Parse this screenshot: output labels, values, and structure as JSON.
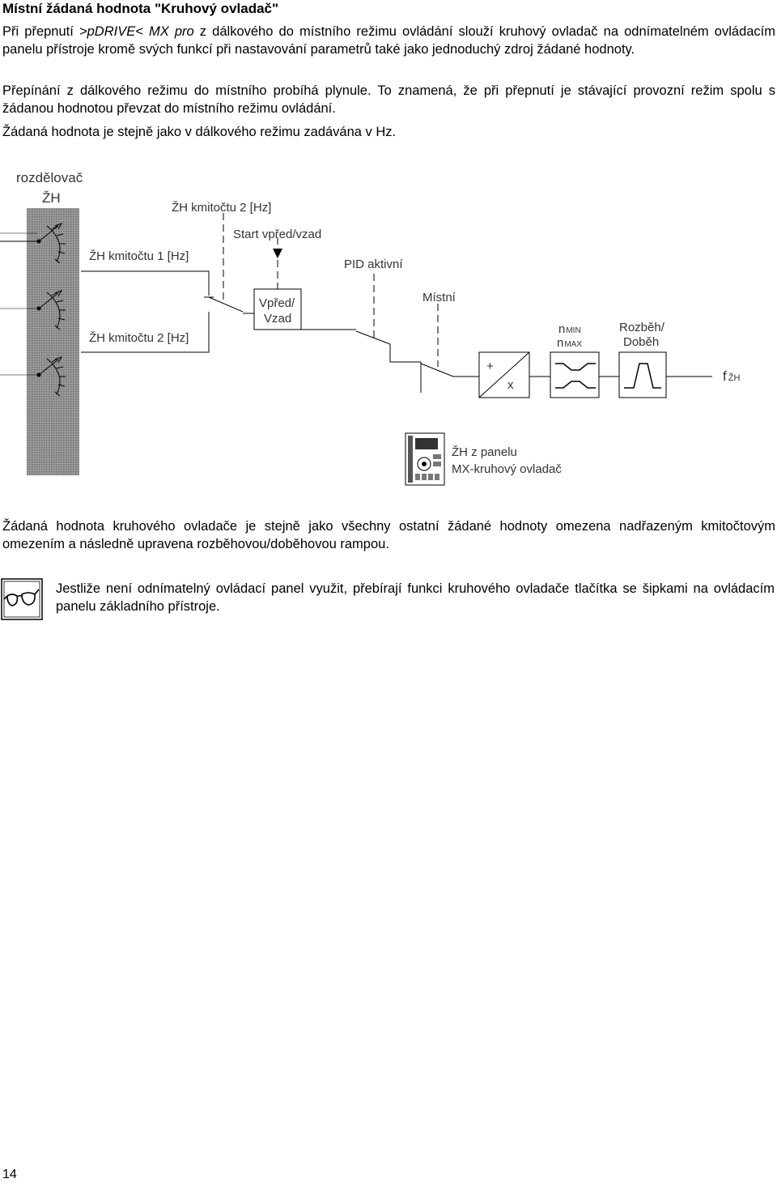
{
  "heading": "Místní žádaná hodnota \"Kruhový ovladač\"",
  "paragraphs": {
    "p1_a": "Při přepnutí ",
    "p1_em": ">pDRIVE< MX pro",
    "p1_b": " z dálkového do místního režimu ovládání slouží kruhový ovladač na odnímatelném ovládacím panelu přístroje kromě svých funkcí při nastavování parametrů také jako jednoduchý zdroj žádané hodnoty.",
    "p2": "Přepínání z dálkového režimu do místního probíhá plynule. To znamená, že při přepnutí je stávající provozní režim spolu s žádanou hodnotou převzat do místního režimu ovládání.",
    "p3": "Žádaná hodnota je stejně jako v dálkového režimu zadávána v Hz.",
    "p4": "Žádaná hodnota kruhového ovladače je stejně jako všechny ostatní žádané hodnoty omezena nadřazeným kmitočtovým omezením a následně upravena rozběhovou/doběhovou rampou."
  },
  "diagram": {
    "distributor_line1": "rozdělovač",
    "distributor_line2": "ŽH",
    "zh_freq2_top": "ŽH kmitočtu 2 [Hz]",
    "start_fwd_rev": "Start vpřed/vzad",
    "zh_freq1": "ŽH kmitočtu 1 [Hz]",
    "pid_active": "PID aktivní",
    "zh_freq2": "ŽH kmitočtu 2 [Hz]",
    "fwd_line1": "Vpřed/",
    "fwd_line2": "Vzad",
    "local": "Místní",
    "plus": "+",
    "times": "x",
    "n": "n",
    "n_min_sub": "MIN",
    "n_max_sub": "MAX",
    "ramp_line1": "Rozběh/",
    "ramp_line2": "Doběh",
    "f_out": "f",
    "f_out_sub": "ŽH",
    "panel_line1": "ŽH z panelu",
    "panel_line2": "MX-kruhový ovladač"
  },
  "note": {
    "icon": "glasses-icon",
    "text": "Jestliže není odnímatelný ovládací panel využit, přebírají funkci kruhového ovladače tlačítka se šipkami na ovládacím panelu základního přístroje."
  },
  "page_number": "14"
}
